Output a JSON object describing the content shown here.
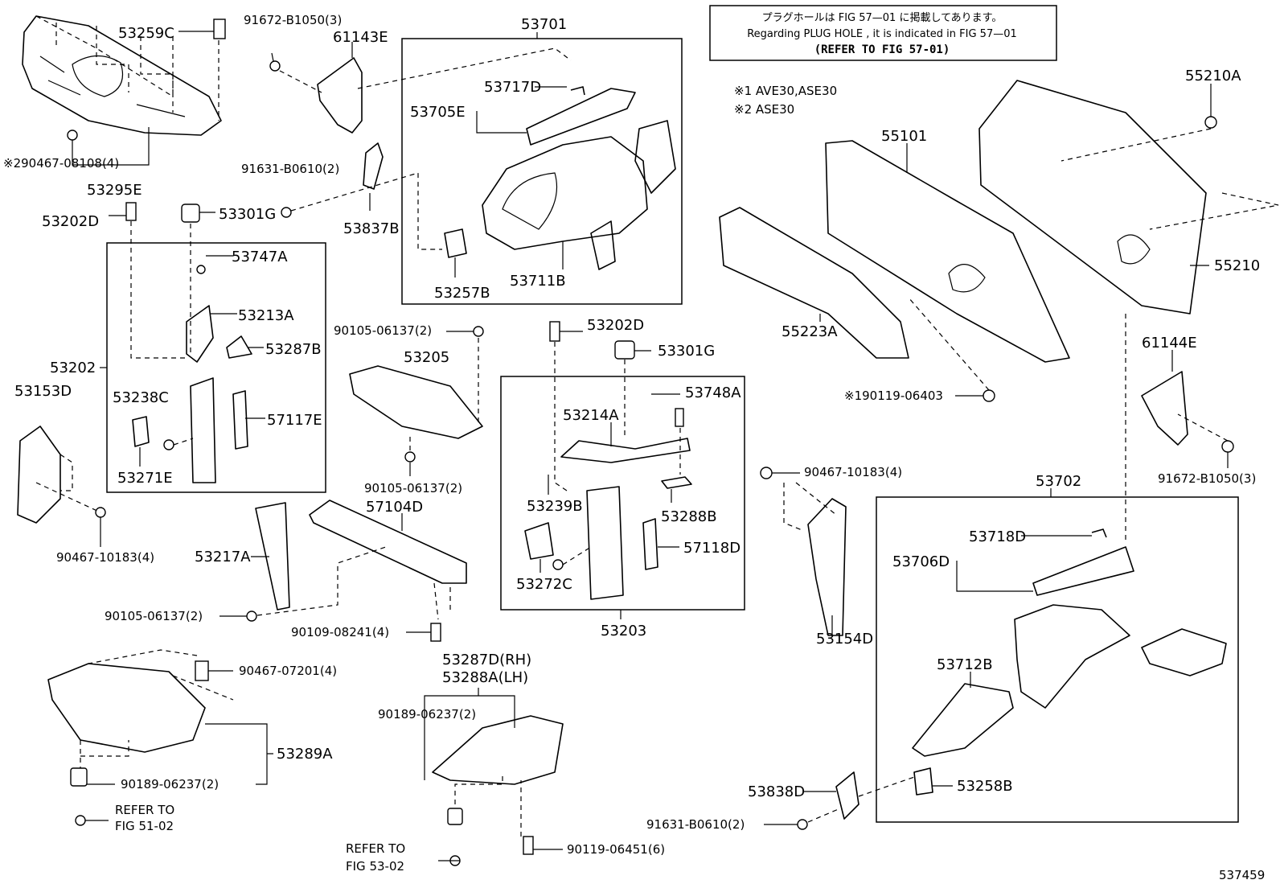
{
  "diagram_title": "",
  "figure_number": "537459",
  "notes": {
    "plug_hole_jp": "プラグホールは FIG 57—01 に掲載してあります。",
    "plug_hole_en": "Regarding  PLUG  HOLE , it is indicated in FIG  57—01",
    "refer": "(REFER TO FIG 57-01)",
    "variant_1": "※1 AVE30,ASE30",
    "variant_2": "※2 ASE30"
  },
  "labels": {
    "l53259C": "53259C",
    "l91672a": "91672-B1050(3)",
    "l61143E": "61143E",
    "l53701": "53701",
    "l53717D": "53717D",
    "l53705E": "53705E",
    "l290467": "※290467-08108(4)",
    "l53295E": "53295E",
    "l91631a": "91631-B0610(2)",
    "l53202D_a": "53202D",
    "l53301G_a": "53301G",
    "l53837B": "53837B",
    "l53257B": "53257B",
    "l53711B": "53711B",
    "l53747A": "53747A",
    "l53213A": "53213A",
    "l53287B": "53287B",
    "l53202": "53202",
    "l53238C": "53238C",
    "l57117E": "57117E",
    "l53153D": "53153D",
    "l53271E": "53271E",
    "l90467a": "90467-10183(4)",
    "l90105a": "90105-06137(2)",
    "l53205": "53205",
    "l90105b": "90105-06137(2)",
    "l57104D": "57104D",
    "l53217A": "53217A",
    "l90105c": "90105-06137(2)",
    "l90109": "90109-08241(4)",
    "l53202D_b": "53202D",
    "l53301G_b": "53301G",
    "l53748A": "53748A",
    "l53214A": "53214A",
    "l53239B": "53239B",
    "l53288B": "53288B",
    "l57118D": "57118D",
    "l53272C": "53272C",
    "l53203": "53203",
    "l55210A": "55210A",
    "l55101": "55101",
    "l55210": "55210",
    "l55223A": "55223A",
    "l90119a": "※190119-06403",
    "l61144E": "61144E",
    "l91672b": "91672-B1050(3)",
    "l90467b": "90467-10183(4)",
    "l53702": "53702",
    "l53718D": "53718D",
    "l53706D": "53706D",
    "l53154D": "53154D",
    "l53712B": "53712B",
    "l53838D": "53838D",
    "l53258B": "53258B",
    "l91631b": "91631-B0610(2)",
    "l53287D": "53287D(RH)",
    "l53288A": "53288A(LH)",
    "l90189a": "90189-06237(2)",
    "l90467c": "90467-07201(4)",
    "l53289A": "53289A",
    "l90189b": "90189-06237(2)",
    "refer_51_a": "REFER TO",
    "refer_51_b": "FIG 51-02",
    "refer_53_a": "REFER TO",
    "refer_53_b": "FIG 53-02",
    "l90119b": "90119-06451(6)"
  }
}
